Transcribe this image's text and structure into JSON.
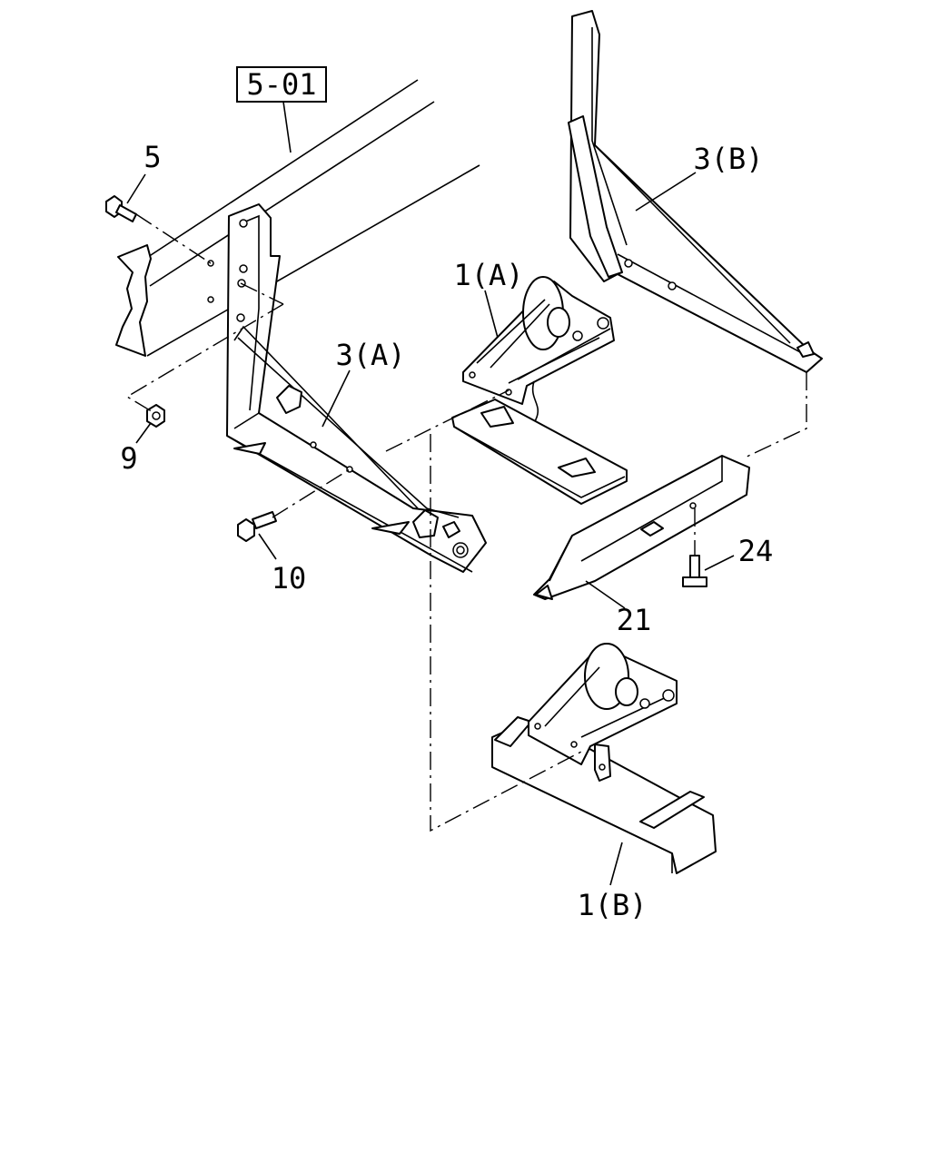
{
  "diagram": {
    "ref_box": "5-01",
    "labels": {
      "bolt_5": "5",
      "nut_9": "9",
      "bolt_10": "10",
      "bracket_3a": "3(A)",
      "bracket_3b": "3(B)",
      "winch_1a": "1(A)",
      "winch_1b": "1(B)",
      "rail_21": "21",
      "bolt_24": "24"
    }
  }
}
